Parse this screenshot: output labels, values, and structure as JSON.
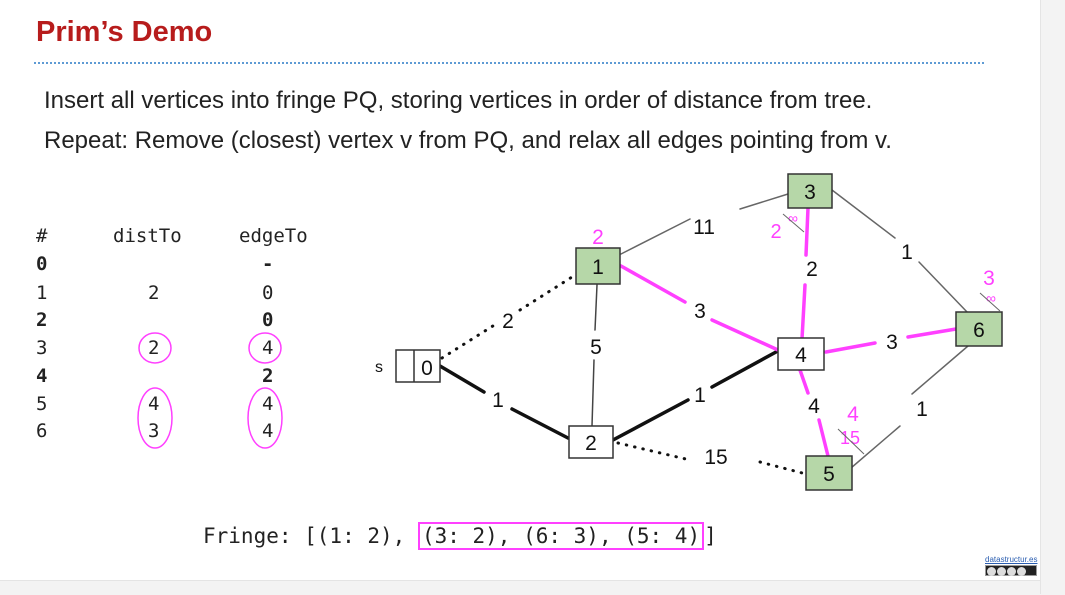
{
  "slide": {
    "title": "Prim’s Demo",
    "bullets": [
      "Insert all vertices into fringe PQ, storing vertices in order of distance from tree.",
      "Repeat: Remove (closest) vertex v from PQ, and relax all edges pointing from v."
    ]
  },
  "table": {
    "headers": [
      "#",
      "distTo",
      "edgeTo"
    ],
    "rows": [
      {
        "v": "0",
        "dist": "",
        "edge": "-",
        "bold": true
      },
      {
        "v": "1",
        "dist": "2",
        "edge": "0",
        "bold": false
      },
      {
        "v": "2",
        "dist": "",
        "edge": "0",
        "bold": true
      },
      {
        "v": "3",
        "dist": "2",
        "edge": "4",
        "bold": false
      },
      {
        "v": "4",
        "dist": "",
        "edge": "2",
        "bold": true
      },
      {
        "v": "5",
        "dist": "4",
        "edge": "4",
        "bold": false
      },
      {
        "v": "6",
        "dist": "3",
        "edge": "4",
        "bold": false
      }
    ]
  },
  "graph": {
    "source_label": "s",
    "vertices": [
      {
        "id": "0",
        "in_fringe": false
      },
      {
        "id": "1",
        "in_fringe": true
      },
      {
        "id": "2",
        "in_fringe": false
      },
      {
        "id": "3",
        "in_fringe": true
      },
      {
        "id": "4",
        "in_fringe": false
      },
      {
        "id": "5",
        "in_fringe": true
      },
      {
        "id": "6",
        "in_fringe": true
      }
    ],
    "edge_weights": {
      "e01": "2",
      "e02": "1",
      "e12": "5",
      "e13": "11",
      "e14": "3",
      "e24": "1",
      "e25": "15",
      "e34": "2",
      "e36": "1",
      "e45": "4",
      "e46": "3",
      "e56": "1"
    },
    "dist_annotations": [
      {
        "vertex": "1",
        "value": "2"
      },
      {
        "vertex": "3",
        "value": "2",
        "crossed": "∞"
      },
      {
        "vertex": "6",
        "value": "3",
        "crossed": "∞"
      },
      {
        "vertex": "5",
        "value": "4",
        "crossed": "15"
      }
    ]
  },
  "fringe": {
    "prefix": "Fringe: [(1: 2), ",
    "highlighted": "(3: 2), (6: 3), (5: 4)",
    "suffix": "]"
  },
  "license": {
    "link": "datastructur.es",
    "badge": "cc-by-nc-sa-icon"
  },
  "colors": {
    "title": "#b71c1c",
    "highlight": "#ff40ff",
    "fringe_vertex": "#b6d7a8",
    "divider": "#5e9bd4"
  }
}
